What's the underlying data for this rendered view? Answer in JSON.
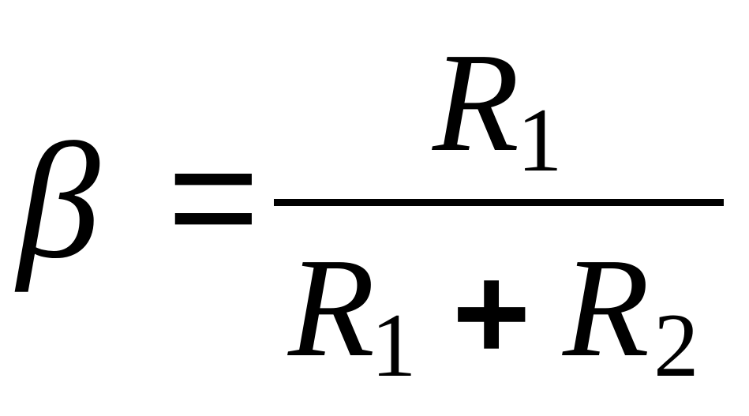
{
  "formula": {
    "lhs": "β",
    "equals": "=",
    "numerator": {
      "symbol": "R",
      "subscript": "1"
    },
    "denominator": {
      "term1_symbol": "R",
      "term1_subscript": "1",
      "operator": "+",
      "term2_symbol": "R",
      "term2_subscript": "2"
    }
  }
}
